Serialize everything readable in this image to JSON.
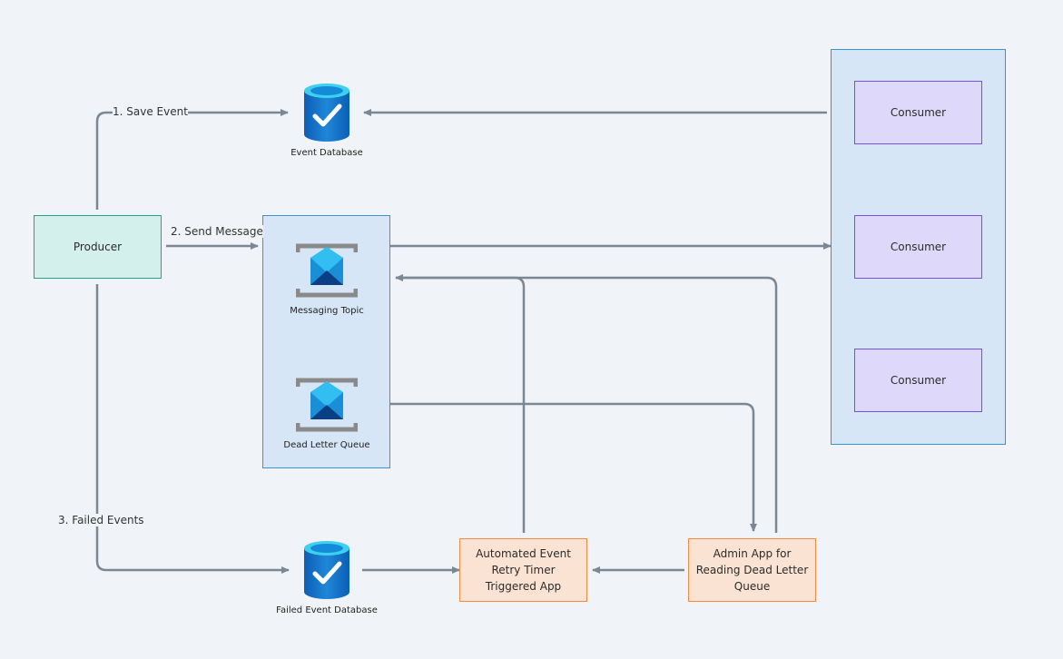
{
  "nodes": {
    "producer": "Producer",
    "consumer_1": "Consumer",
    "consumer_2": "Consumer",
    "consumer_3": "Consumer",
    "event_database": "Event Database",
    "failed_event_database": "Failed Event Database",
    "messaging_topic": "Messaging Topic",
    "dead_letter_queue": "Dead Letter Queue",
    "retry_app": "Automated Event Retry Timer Triggered App",
    "admin_app": "Admin App for Reading Dead Letter Queue"
  },
  "edges": {
    "save_event": "1.  Save Event",
    "send_message": "2.  Send Message",
    "failed_events": "3.  Failed Events"
  },
  "icons": {
    "database": "database-check-icon",
    "queue": "service-bus-queue-icon"
  },
  "colors": {
    "background": "#f0f3f7",
    "arrow": "#7b8794",
    "producer_fill": "#d4f0ec",
    "producer_border": "#1fa38a",
    "consumer_fill": "#ded9fb",
    "consumer_border": "#7352e0",
    "container_fill": "#d6e6f6",
    "container_border": "#3f8fd8",
    "app_fill": "#fbe3d3",
    "app_border": "#ee8a42"
  }
}
